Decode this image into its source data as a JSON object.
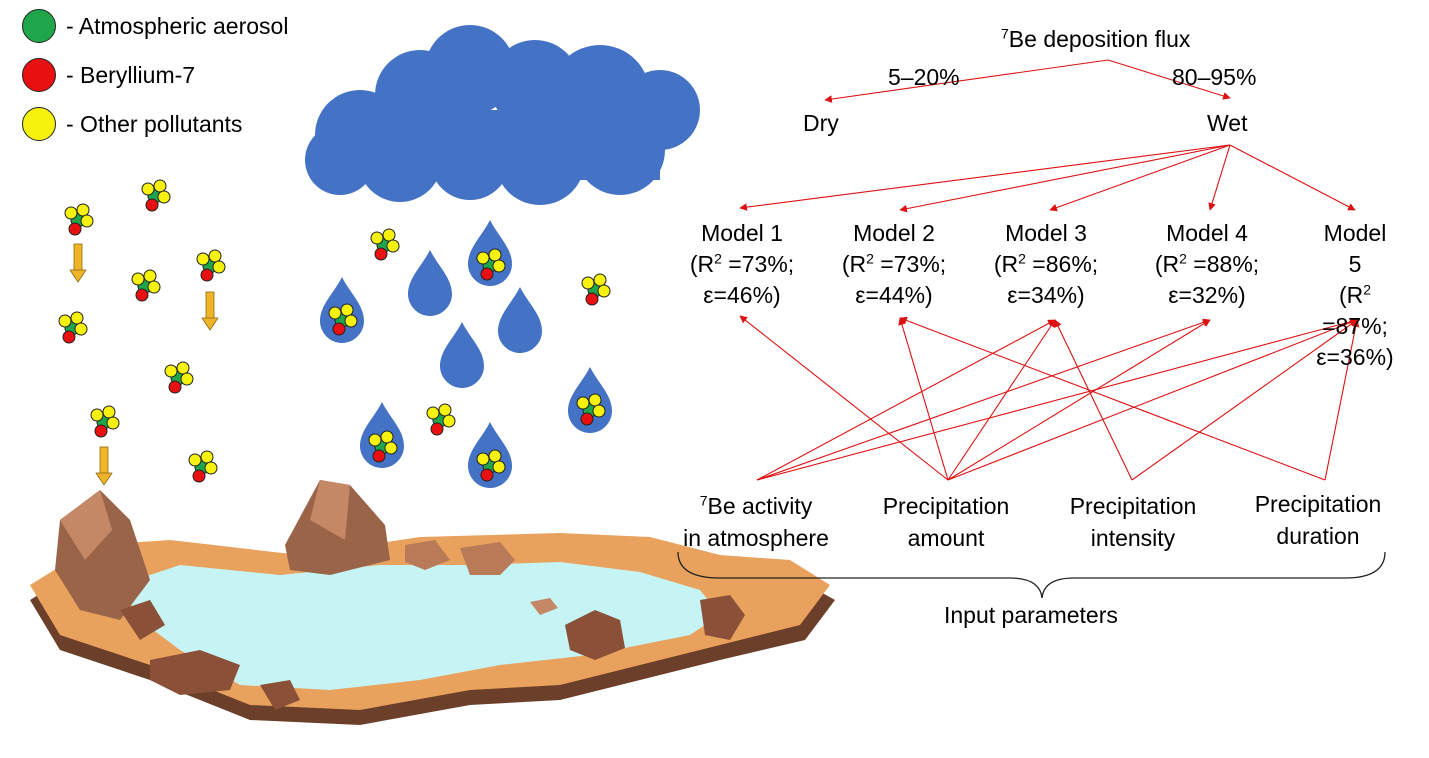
{
  "legend": [
    {
      "label": "- Atmospheric aerosol",
      "color": "#1fa64a"
    },
    {
      "label": "- Beryllium-7",
      "color": "#e81010"
    },
    {
      "label": "- Other pollutants",
      "color": "#f7f20d"
    }
  ],
  "top": {
    "sup": "7",
    "title": "Be deposition flux"
  },
  "branches": {
    "dry": {
      "label": "Dry",
      "percent": "5–20%"
    },
    "wet": {
      "label": "Wet",
      "percent": "80–95%"
    }
  },
  "models": [
    {
      "name": "Model 1",
      "r2_prefix": "(R",
      "r2_sup": "2",
      "r2_value": " =73%;",
      "eps": "ε=46%)"
    },
    {
      "name": "Model 2",
      "r2_prefix": "(R",
      "r2_sup": "2",
      "r2_value": " =73%;",
      "eps": "ε=44%)"
    },
    {
      "name": "Model 3",
      "r2_prefix": "(R",
      "r2_sup": "2",
      "r2_value": " =86%;",
      "eps": "ε=34%)"
    },
    {
      "name": "Model 4",
      "r2_prefix": "(R",
      "r2_sup": "2",
      "r2_value": " =88%;",
      "eps": "ε=32%)"
    },
    {
      "name": "Model 5",
      "r2_prefix": "(R",
      "r2_sup": "2",
      "r2_value": " =87%;",
      "eps": "ε=36%)"
    }
  ],
  "inputs": [
    {
      "sup": "7",
      "line1": "Be activity",
      "line2": "in atmosphere"
    },
    {
      "sup": "",
      "line1": "Precipitation",
      "line2": "amount"
    },
    {
      "sup": "",
      "line1": "Precipitation",
      "line2": "intensity"
    },
    {
      "sup": "",
      "line1": "Precipitation",
      "line2": "duration"
    }
  ],
  "input_group_label": "Input parameters",
  "colors": {
    "arrow": "#dd1111",
    "cloud": "#4472c4",
    "drop": "#4472c4",
    "water": "#c6f3f3",
    "sand": "#e9a15e",
    "rock": "#9a6448",
    "down_arrow": "#f0b429"
  }
}
